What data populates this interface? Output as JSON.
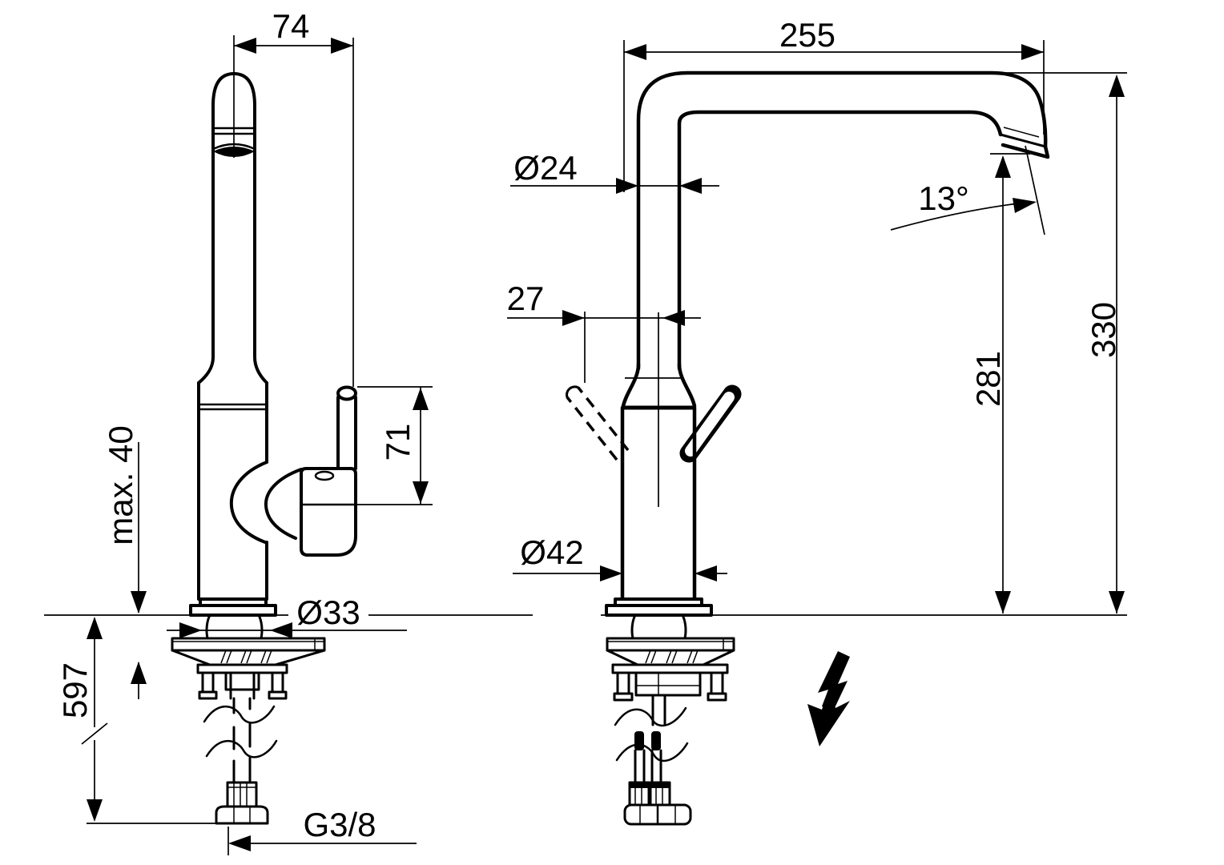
{
  "drawing": {
    "type": "technical-dimension-drawing",
    "subject": "single-lever high-spout kitchen faucet, two orthographic views with mounting hardware",
    "background": "#ffffff",
    "line_color": "#000000"
  },
  "side_view": {
    "spout_to_lever_offset": "74",
    "lever_height": "71",
    "max_mounting_thickness": "max. 40",
    "tap_hole_diameter": "Ø33",
    "hose_length_below_deck": "597",
    "connection_thread": "G3/8"
  },
  "front_view": {
    "spout_reach": "255",
    "spout_tube_diameter": "Ø24",
    "outlet_angle": "13°",
    "lever_offset": "27",
    "outlet_height": "281",
    "total_height": "330",
    "body_diameter": "Ø42"
  },
  "symbols": {
    "low_pressure_warning": "lightning-arrow"
  }
}
